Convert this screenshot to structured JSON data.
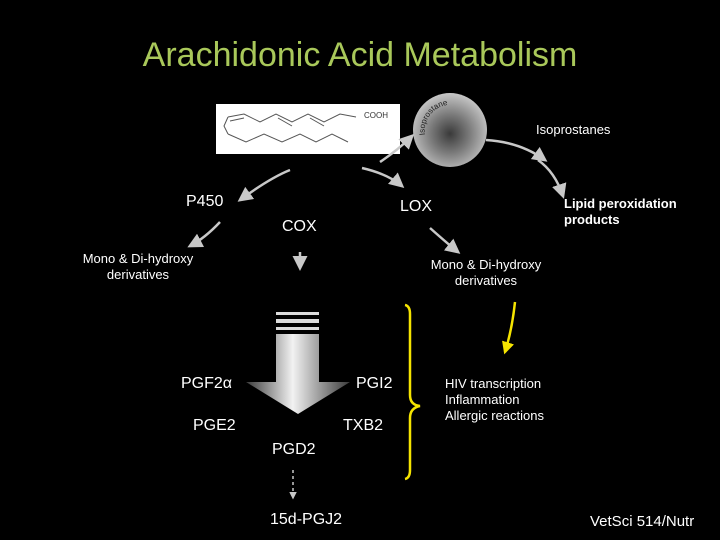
{
  "title": "Arachidonic Acid Metabolism",
  "structure": {
    "group_label": "COOH"
  },
  "ball": {
    "label": "Isoprostane"
  },
  "labels": {
    "isoprostanes": "Isoprostanes",
    "p450": "P450",
    "cox": "COX",
    "lox": "LOX",
    "lipid_peroxidation_1": "Lipid peroxidation",
    "lipid_peroxidation_2": "products",
    "mono_left_1": "Mono & Di-hydroxy",
    "mono_left_2": "derivatives",
    "mono_right_1": "Mono & Di-hydroxy",
    "mono_right_2": "derivatives",
    "pgf2a": "PGF2α",
    "pgi2": "PGI2",
    "pge2": "PGE2",
    "txb2": "TXB2",
    "pgd2": "PGD2",
    "pgj2": "15d-PGJ2",
    "effects": [
      "HIV transcription",
      "Inflammation",
      "Allergic reactions"
    ],
    "footer": "VetSci 514/Nutr"
  },
  "colors": {
    "title": "#a9c85a",
    "brace": "#f5e400",
    "arrow": "#c8c8c8",
    "background": "#000000"
  }
}
